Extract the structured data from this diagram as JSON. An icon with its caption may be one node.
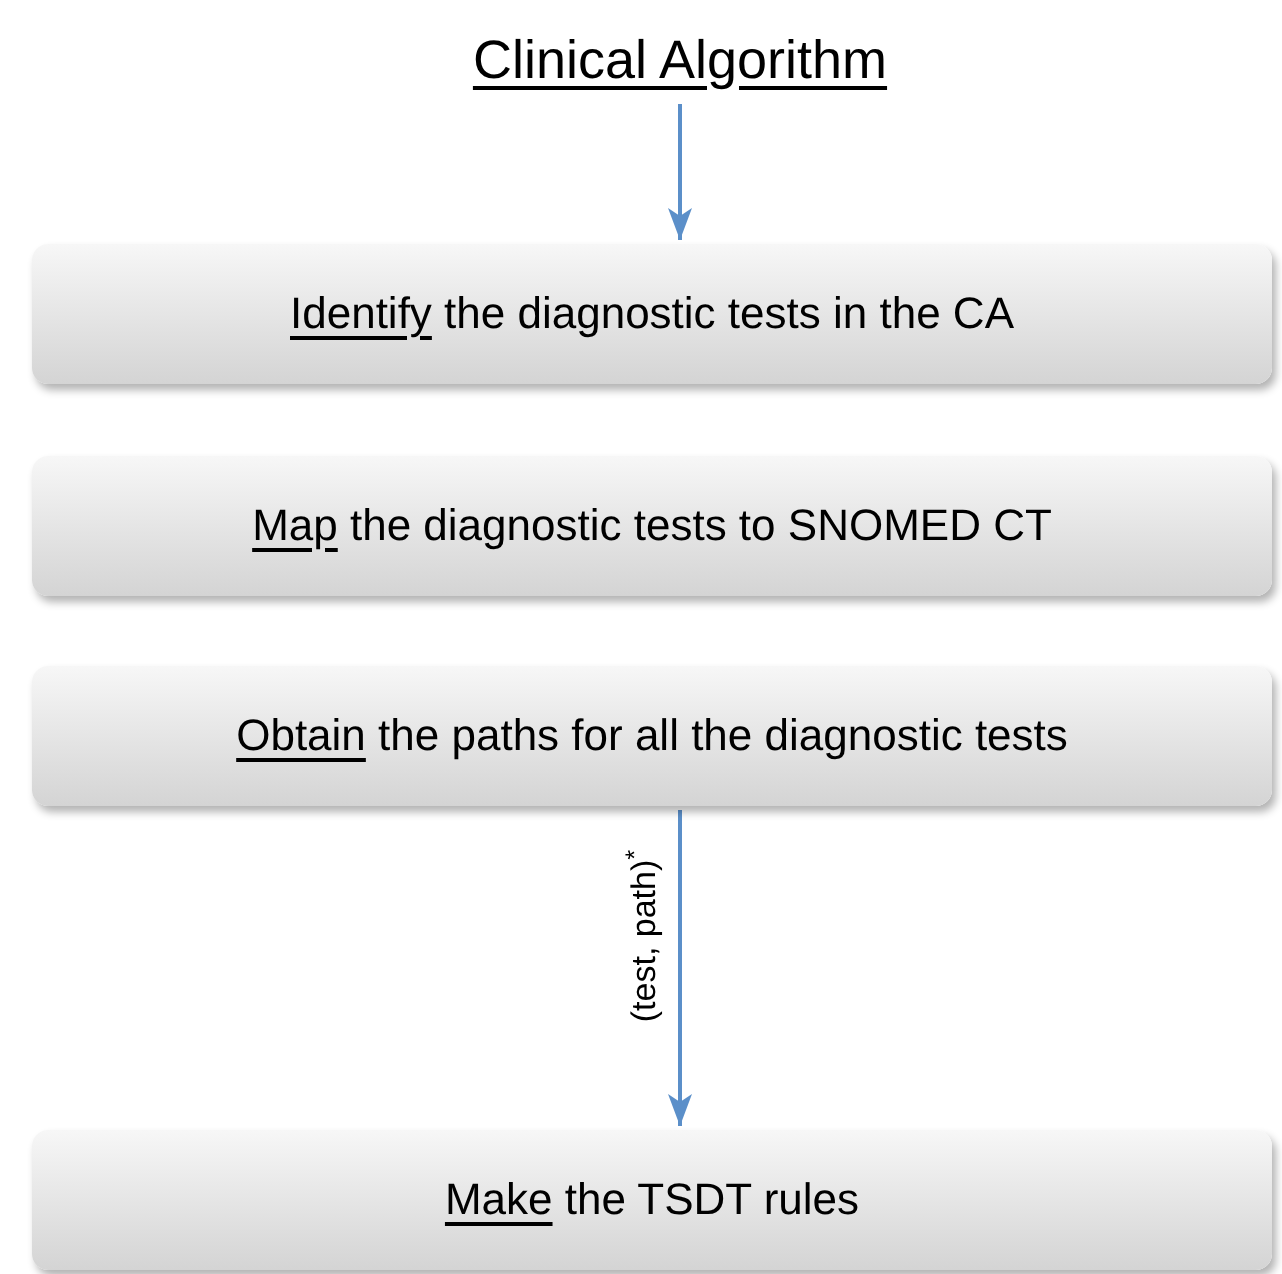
{
  "diagram": {
    "nodes": [
      {
        "text": [
          "Clinical Algorithm"
        ]
      },
      {
        "text": [
          "Identify the diagnostic tests in the CA"
        ]
      },
      {
        "text": [
          "Map the diagnostic tests to SNOMED CT"
        ]
      },
      {
        "text": [
          "Obtain the paths for all the diagnostic tests"
        ]
      },
      {
        "text": [
          "Make the TSDT rules"
        ]
      }
    ],
    "edges": [
      {
        "from": 0,
        "to": 1,
        "arrow": "to"
      },
      {
        "from": 3,
        "to": 4,
        "arrow": "to",
        "label": "(test, path)$^{*}$"
      }
    ]
  }
}
